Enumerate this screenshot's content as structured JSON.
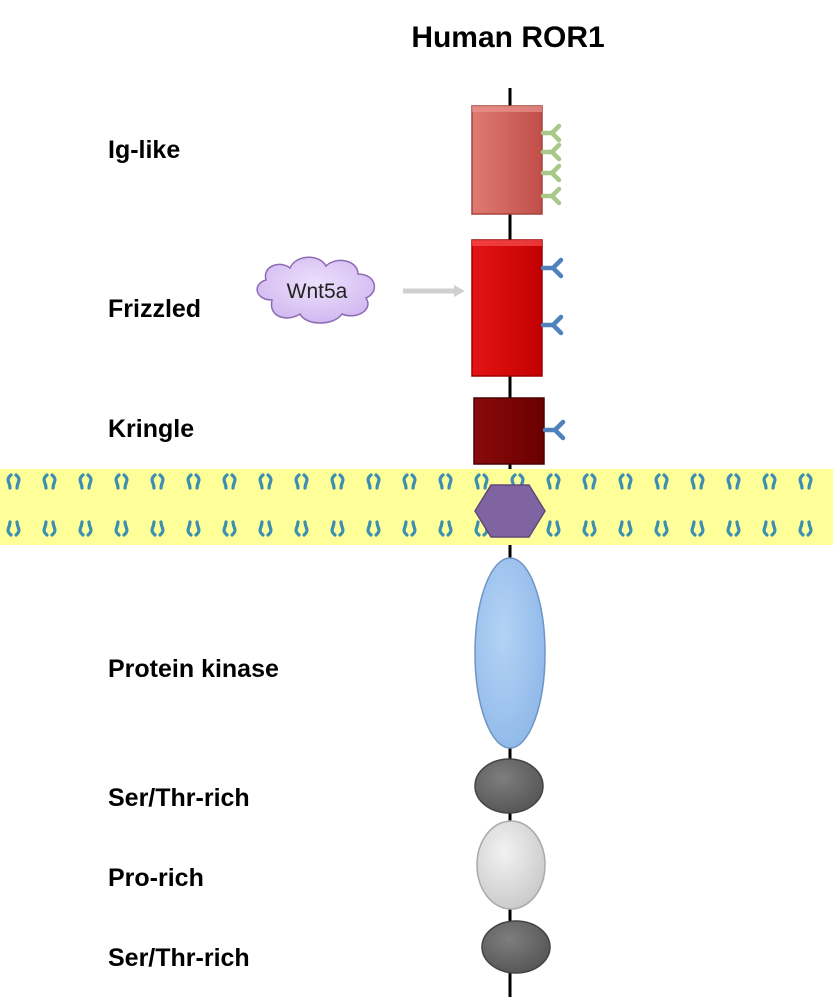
{
  "title": "Human ROR1",
  "domains": {
    "ig_like": "Ig-like",
    "frizzled": "Frizzled",
    "kringle": "Kringle",
    "protein_kinase": "Protein kinase",
    "ser_thr_rich_1": "Ser/Thr-rich",
    "pro_rich": "Pro-rich",
    "ser_thr_rich_2": "Ser/Thr-rich"
  },
  "ligand": {
    "label": "Wnt5a"
  },
  "colors": {
    "ig_like": "#cd5c5c",
    "frizzled": "#d40000",
    "kringle": "#7a0000",
    "transmembrane": "#8064a2",
    "protein_kinase": "#9cc2ee",
    "ser_thr_rich": "#666666",
    "pro_rich": "#d9d9d9",
    "membrane": "#ffff99",
    "lipid": "#3b8fb0",
    "glyco_light": "#a9c98a",
    "glyco_blue": "#4f81bd",
    "wnt5a_cloud": "#d6bff2"
  },
  "icons": {
    "glycosylation": "y-shaped-glycan-icon",
    "lipid": "lipid-head-icon",
    "ligand": "cloud-icon",
    "arrow": "arrow-right-icon"
  }
}
